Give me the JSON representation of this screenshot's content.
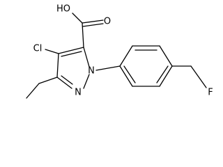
{
  "atom_labels": {
    "carboxyl_hydroxyl": "HO",
    "carbonyl_oxygen": "O",
    "chlorine": "Cl",
    "ring_nitrogen_n1": "N",
    "ring_nitrogen_n2": "N",
    "fluorine": "F"
  }
}
